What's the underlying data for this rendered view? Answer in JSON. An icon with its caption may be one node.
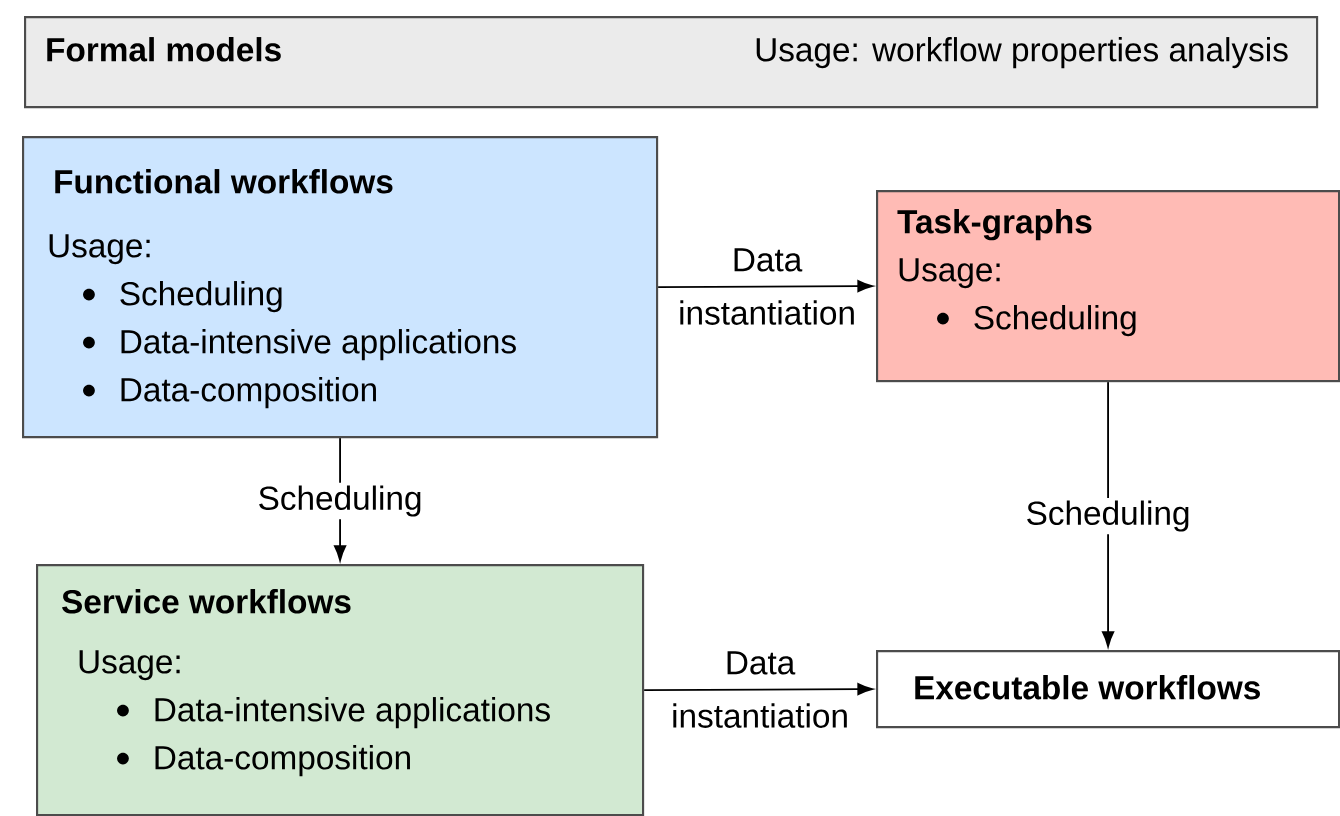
{
  "diagram": {
    "nodes": [
      {
        "text": [
          "Formal models",
          "Usage: workflow properties analysis"
        ]
      },
      {
        "text": [
          "Functional workflows",
          "Usage:",
          "Scheduling",
          "Data-intensive applications",
          "Data-composition"
        ]
      },
      {
        "text": [
          "Task-graphs",
          "Usage:",
          "Scheduling"
        ]
      },
      {
        "text": [
          "Service workflows",
          "Usage:",
          "Data-intensive applications",
          "Data-composition"
        ]
      },
      {
        "text": [
          "Executable workflows"
        ]
      }
    ],
    "edges": [
      {
        "from": 1,
        "to": 2,
        "arrow": "to",
        "label": "Data instantiation"
      },
      {
        "from": 1,
        "to": 3,
        "arrow": "to",
        "label": "Scheduling"
      },
      {
        "from": 2,
        "to": 4,
        "arrow": "to",
        "label": "Scheduling"
      },
      {
        "from": 3,
        "to": 4,
        "arrow": "to",
        "label": "Data instantiation"
      }
    ]
  }
}
